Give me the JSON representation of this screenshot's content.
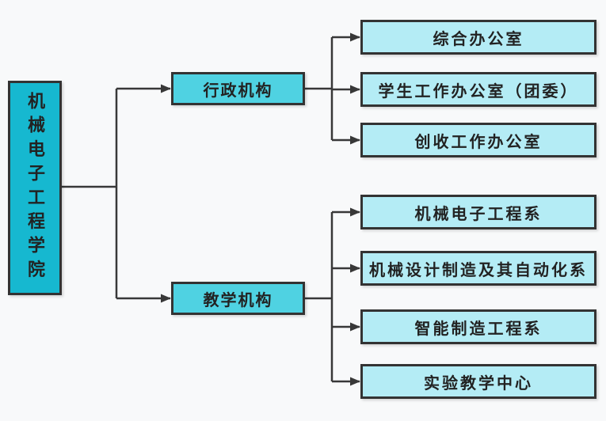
{
  "diagram": {
    "root": {
      "label": "机械电子工程学院"
    },
    "branches": [
      {
        "label": "行政机构",
        "children": [
          {
            "label": "综合办公室"
          },
          {
            "label": "学生工作办公室（团委）"
          },
          {
            "label": "创收工作办公室"
          }
        ]
      },
      {
        "label": "教学机构",
        "children": [
          {
            "label": "机械电子工程系"
          },
          {
            "label": "机械设计制造及其自动化系"
          },
          {
            "label": "智能制造工程系"
          },
          {
            "label": "实验教学中心"
          }
        ]
      }
    ],
    "colors": {
      "bg": "#f8f9fa",
      "root_fill": "#16b8d0",
      "branch_fill": "#4fd2e2",
      "leaf_fill": "#b4ecf5",
      "node_border": "#333333",
      "line": "#383838",
      "text": "#222222"
    }
  }
}
